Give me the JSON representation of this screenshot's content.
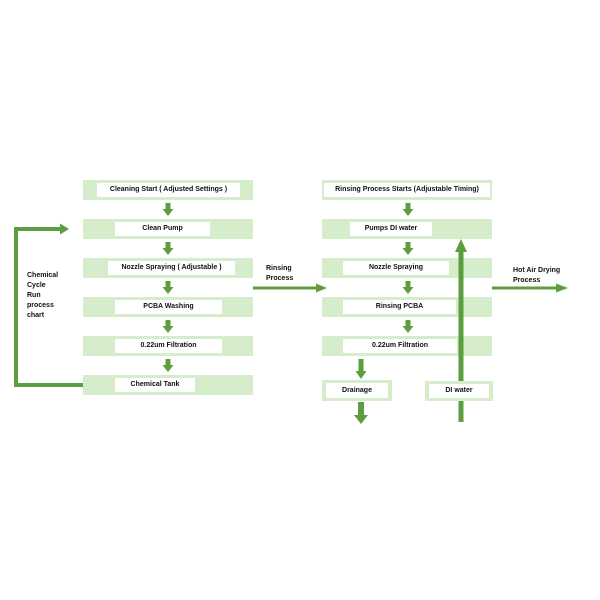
{
  "chemical_cycle": {
    "steps": [
      "Cleaning Start ( Adjusted Settings )",
      "Clean Pump",
      "Nozzle Spraying ( Adjustable )",
      "PCBA Washing",
      "0.22um Filtration",
      "Chemical Tank"
    ],
    "loop_label": [
      "Chemical",
      "Cycle",
      "Run",
      "process",
      "chart"
    ]
  },
  "transition_label": [
    "Rinsing",
    "Process"
  ],
  "rinsing": {
    "steps": [
      "Rinsing Process Starts (Adjustable Timing)",
      "Pumps DI water",
      "Nozzle Spraying",
      "Rinsing PCBA",
      "0.22um Filtration"
    ],
    "drainage": "Drainage",
    "di_water": "DI water"
  },
  "exit_label": [
    "Hot Air Drying",
    "Process"
  ],
  "colors": {
    "box_fill": "#d5edca",
    "arrow": "#5c9e3f",
    "label_bg": "#ffffff",
    "text": "#111111"
  }
}
